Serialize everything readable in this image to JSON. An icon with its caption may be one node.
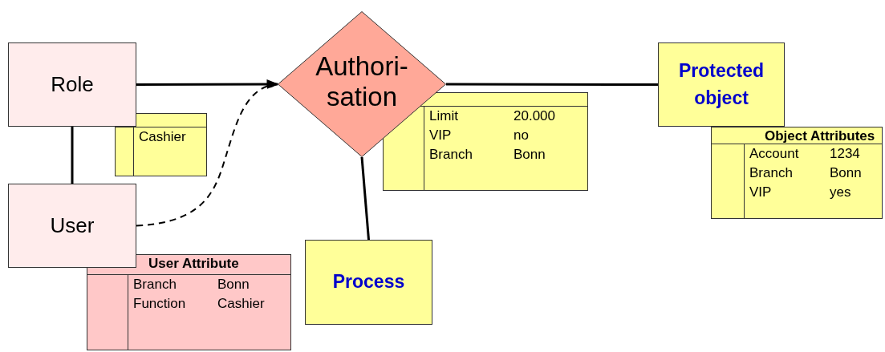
{
  "diagram": {
    "nodes": [
      {
        "text": [
          "Role"
        ]
      },
      {
        "text": [
          "Authori- sation"
        ]
      },
      {
        "text": [
          "Protected object"
        ]
      },
      {
        "text": [
          "Cashier"
        ]
      },
      {
        "text": [
          "Limit",
          "20.000",
          "VIP",
          "no",
          "Branch",
          "Bonn"
        ]
      },
      {
        "text": [
          "Object Attributes",
          "Account",
          "1234",
          "Branch",
          "Bonn",
          "VIP",
          "yes"
        ]
      },
      {
        "text": [
          "User"
        ]
      },
      {
        "text": [
          "User Attribute",
          "Branch",
          "Bonn",
          "Function",
          "Cashier"
        ]
      },
      {
        "text": [
          "Process"
        ]
      }
    ],
    "edges": [
      {
        "from": 0,
        "to": 1,
        "arrow": "to"
      },
      {
        "from": 6,
        "to": 1,
        "arrow": "to",
        "style": "dashed"
      },
      {
        "from": 1,
        "to": 2,
        "arrow": "none"
      },
      {
        "from": 0,
        "to": 6,
        "arrow": "none"
      },
      {
        "from": 1,
        "to": 8,
        "arrow": "none"
      }
    ]
  }
}
